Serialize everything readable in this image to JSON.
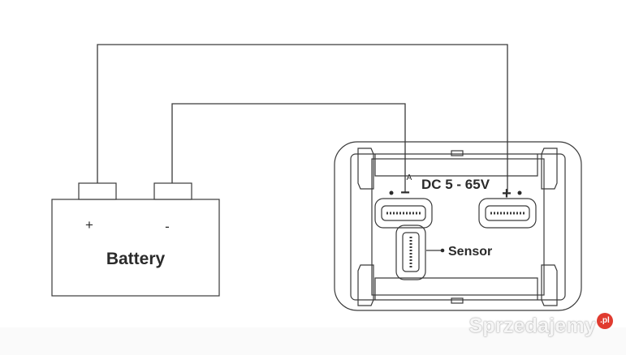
{
  "battery": {
    "label": "Battery",
    "positive_sign": "+",
    "negative_sign": "-"
  },
  "module": {
    "voltage_label": "DC 5 - 65V",
    "terminal_a_label": "A",
    "minus_sign": "−",
    "plus_sign": "+",
    "sensor_label": "Sensor"
  },
  "watermark": {
    "text": "Sprzedajemy",
    "badge": ".pl"
  },
  "colors": {
    "line": "#2b2b2b",
    "background": "#ffffff",
    "badge": "#e03b2f"
  }
}
